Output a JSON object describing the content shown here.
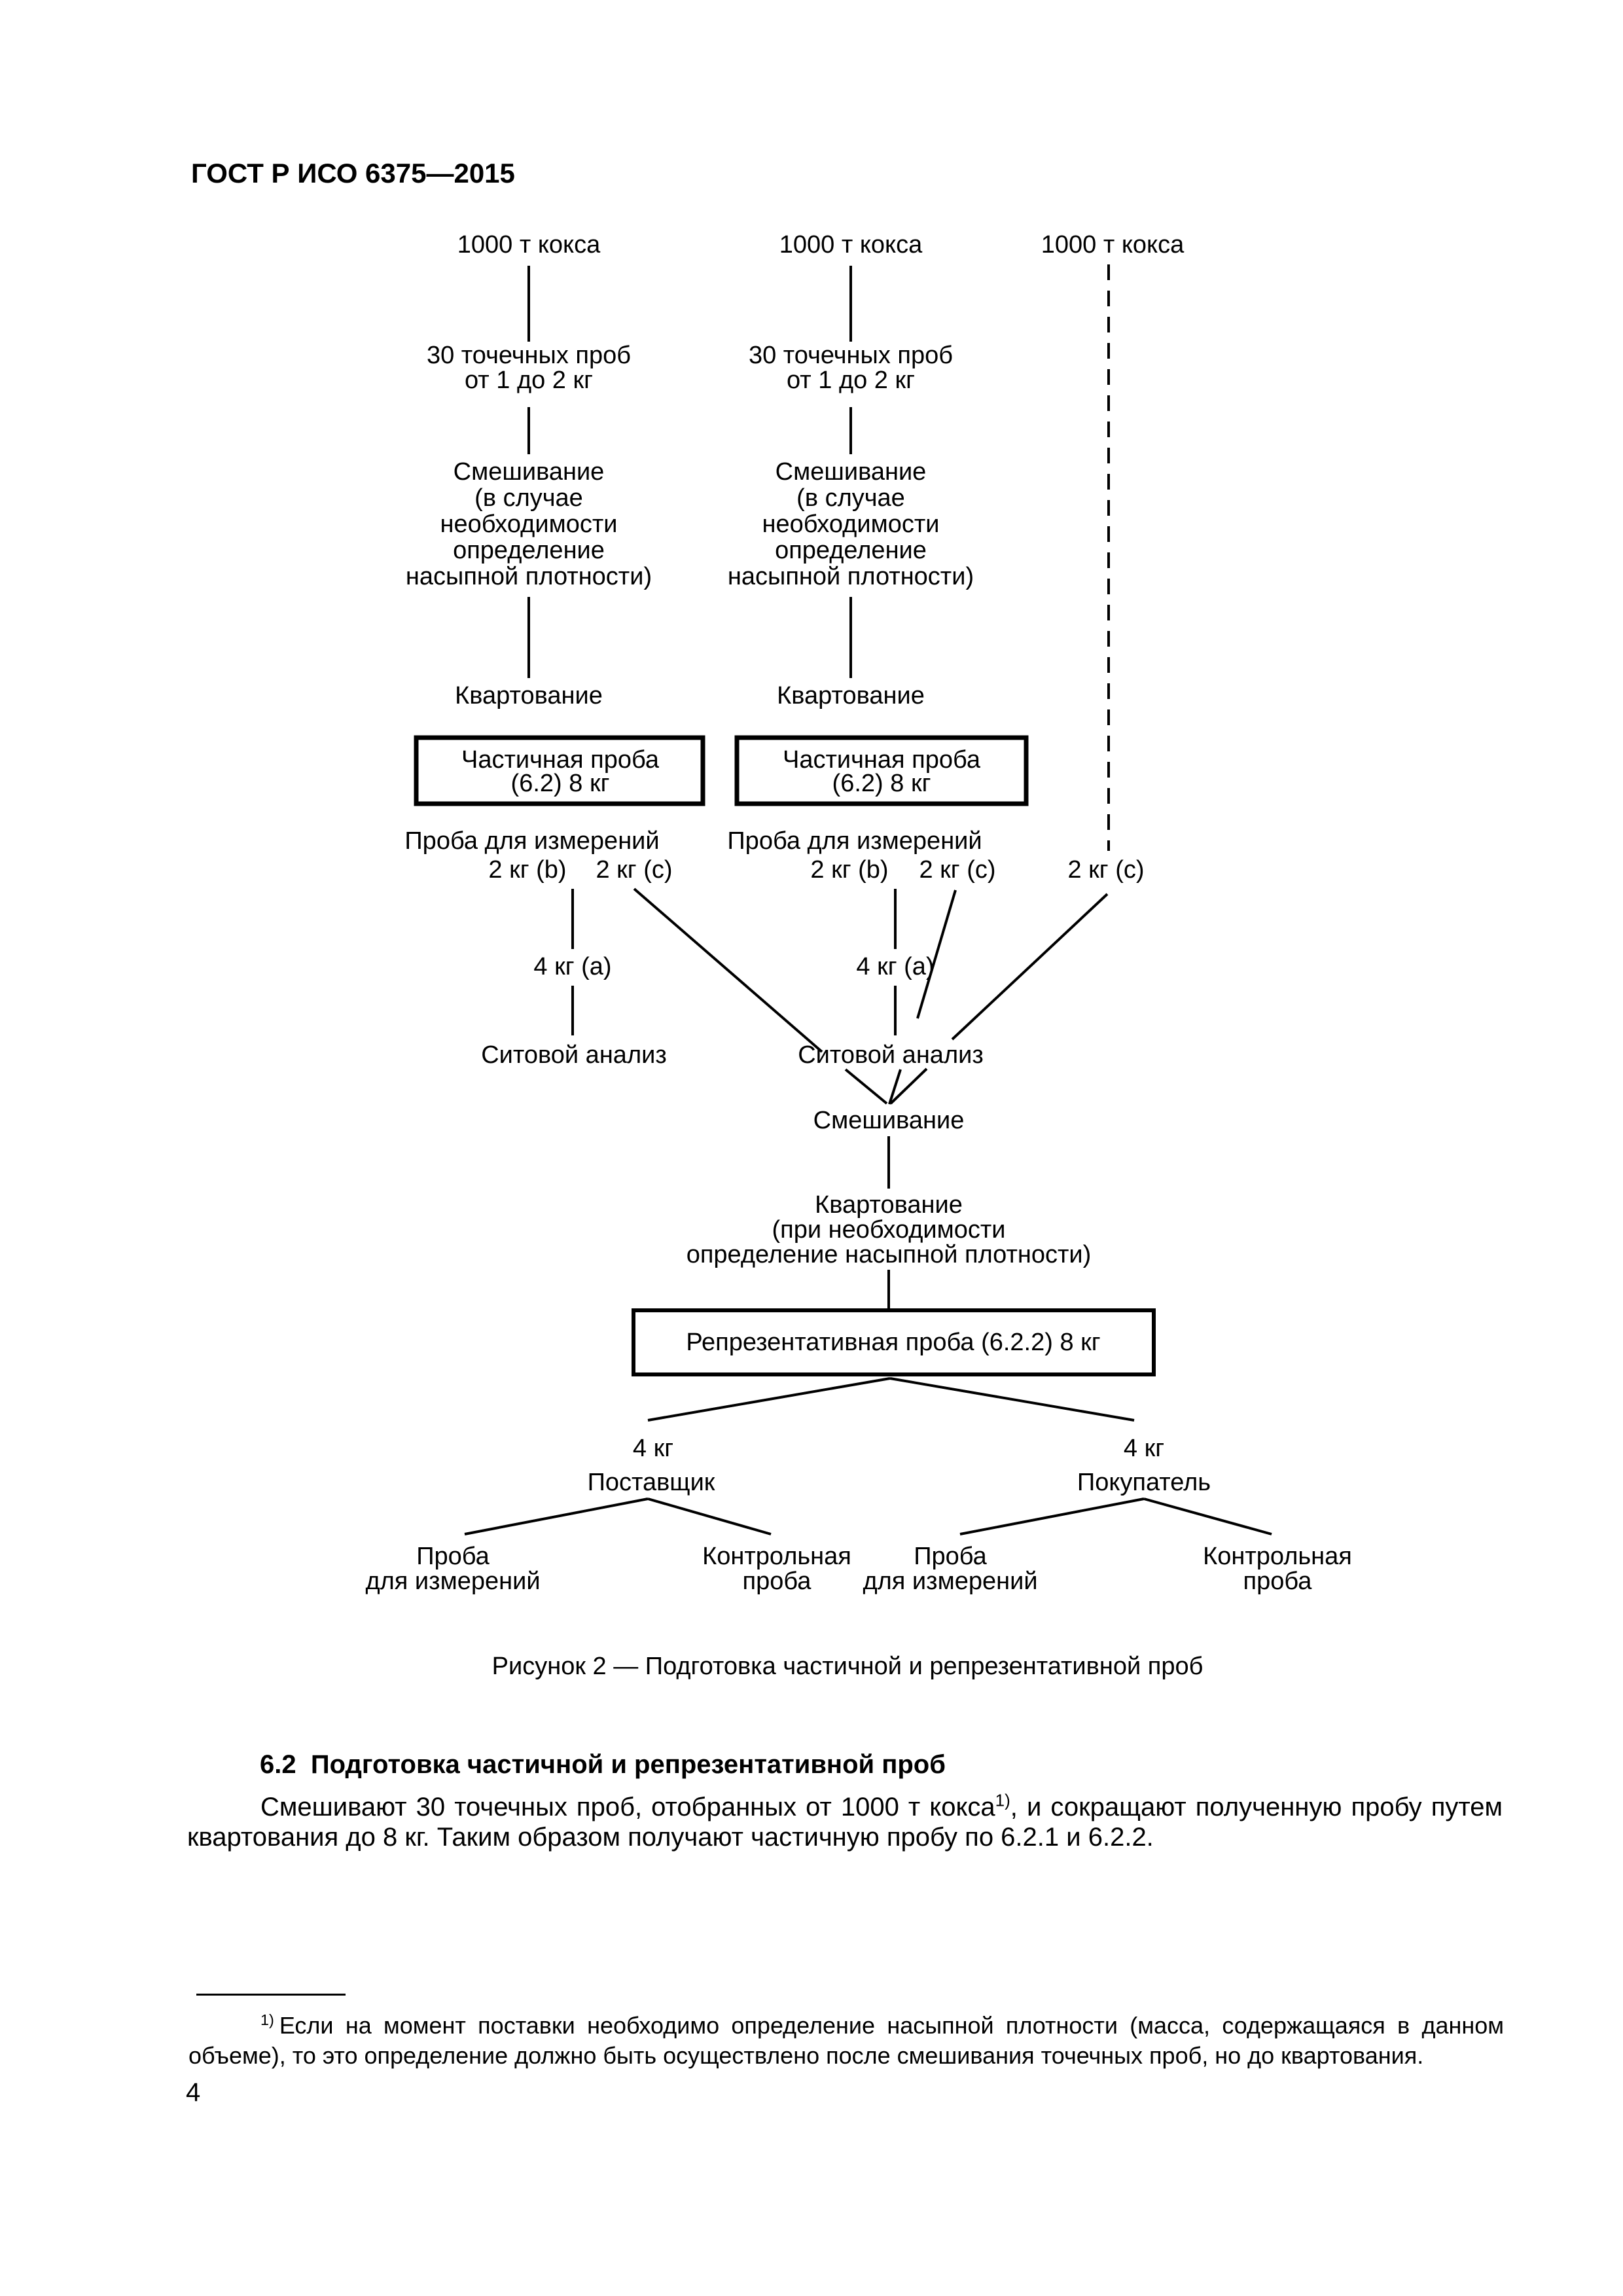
{
  "header": {
    "title": "ГОСТ Р ИСО 6375—2015"
  },
  "figure": {
    "caption": "Рисунок 2 — Подготовка частичной и репрезентативной проб",
    "columns": [
      {
        "source": "1000 т кокса",
        "increments": "30 точечных проб\nот 1 до 2 кг",
        "mixing": "Смешивание\n(в случае\nнеобходимости\nопределение\nнасыпной плотности)",
        "quartering": "Квартование",
        "partial_box": "Частичная проба\n(6.2) 8 кг",
        "measurement": "Проба для измерений",
        "sample_b": "2 кг (b)",
        "sample_c": "2 кг (c)",
        "sample_a": "4 кг (a)",
        "sieve": "Ситовой анализ"
      },
      {
        "source": "1000 т кокса",
        "increments": "30 точечных проб\nот 1 до 2 кг",
        "mixing": "Смешивание\n(в случае\nнеобходимости\nопределение\nнасыпной плотности)",
        "quartering": "Квартование",
        "partial_box": "Частичная проба\n(6.2) 8 кг",
        "measurement": "Проба для измерений",
        "sample_b": "2 кг (b)",
        "sample_c": "2 кг (c)",
        "sample_a": "4 кг (a)",
        "sieve": "Ситовой анализ"
      },
      {
        "source": "1000 т кокса",
        "sample_c": "2 кг (c)"
      }
    ],
    "merge": {
      "mixing": "Смешивание",
      "quartering": "Квартование\n(при необходимости\nопределение насыпной плотности)",
      "representative_box": "Репрезентативная проба (6.2.2) 8 кг"
    },
    "split": {
      "mass_left": "4 кг",
      "supplier": "Поставщик",
      "mass_right": "4 кг",
      "buyer": "Покупатель",
      "measurement_sample": "Проба\nдля измерений",
      "control_sample": "Контрольная\nпроба"
    }
  },
  "section": {
    "heading": "6.2  Подготовка частичной и репрезентативной проб",
    "paragraph_start": "Смешивают 30 точечных проб, отобранных от 1000 т кокса",
    "paragraph_sup": "1)",
    "paragraph_end": ", и сокращают полученную пробу путем квартования до 8 кг. Таким образом получают частичную пробу по 6.2.1 и 6.2.2."
  },
  "footnote": {
    "marker": "1)",
    "text": "Если на момент поставки необходимо определение насыпной плотности (масса, содержащаяся в данном объеме), то это определение должно быть осуществлено после смешивания точечных проб, но до квартования."
  },
  "page_number": "4"
}
